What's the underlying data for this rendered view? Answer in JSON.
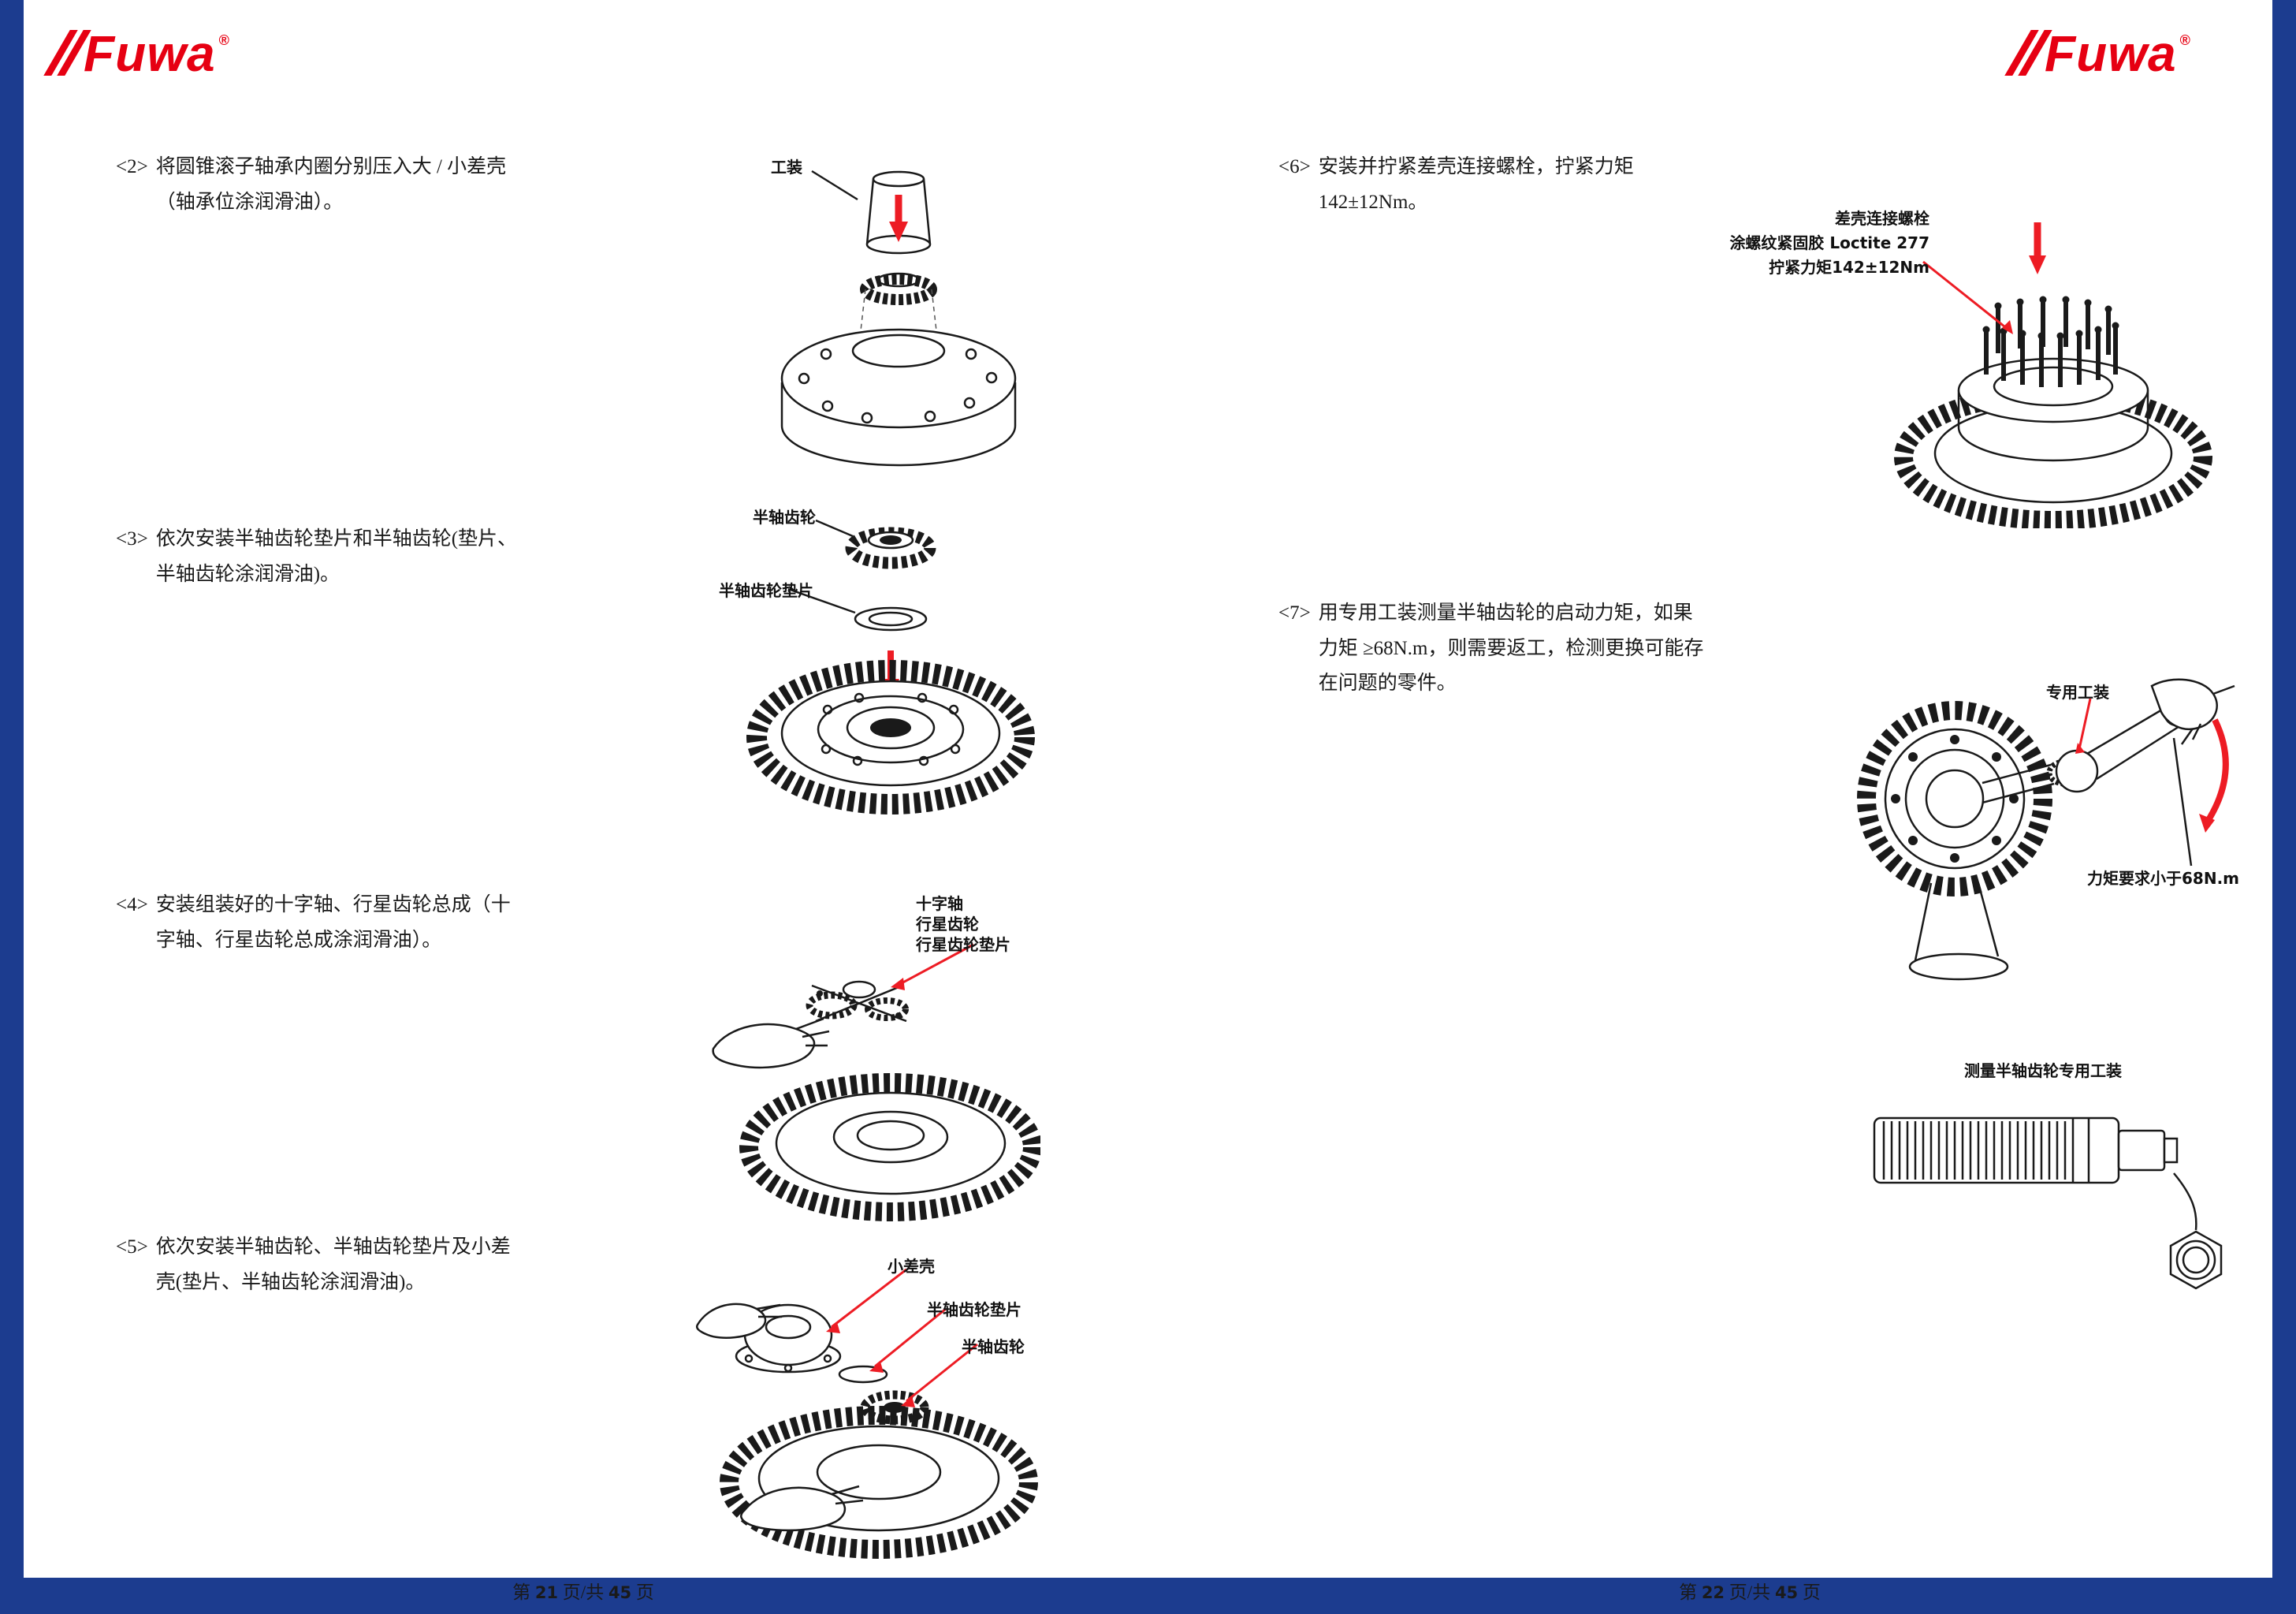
{
  "colors": {
    "bar_blue": "#1c3c8f",
    "logo_red": "#e60012",
    "arrow_red": "#ed1c24"
  },
  "brand": {
    "name": "Fuwa",
    "reg": "®"
  },
  "left": {
    "steps": [
      {
        "num": "<2>",
        "text": "将圆锥滚子轴承内圈分别压入大 / 小差壳（轴承位涂润滑油）。"
      },
      {
        "num": "<3>",
        "text": "依次安装半轴齿轮垫片和半轴齿轮(垫片、半轴齿轮涂润滑油)。"
      },
      {
        "num": "<4>",
        "text": "安装组装好的十字轴、行星齿轮总成（十字轴、行星齿轮总成涂润滑油）。"
      },
      {
        "num": "<5>",
        "text": "依次安装半轴齿轮、半轴齿轮垫片及小差壳(垫片、半轴齿轮涂润滑油)。"
      }
    ],
    "labels": {
      "tool": "工装",
      "side_gear": "半轴齿轮",
      "side_gear_washer": "半轴齿轮垫片",
      "cross_shaft": "十字轴",
      "planet_gear": "行星齿轮",
      "planet_gear_washer": "行星齿轮垫片",
      "small_diff_case": "小差壳",
      "side_gear_washer2": "半轴齿轮垫片",
      "side_gear2": "半轴齿轮"
    },
    "footer": {
      "prefix": "第",
      "page": "21",
      "mid": "页/共",
      "total": "45",
      "suffix": "页"
    }
  },
  "right": {
    "steps": [
      {
        "num": "<6>",
        "text": "安装并拧紧差壳连接螺栓，拧紧力矩142±12Nm。"
      },
      {
        "num": "<7>",
        "text": "用专用工装测量半轴齿轮的启动力矩，如果力矩 ≥68N.m，则需要返工，检测更换可能存在问题的零件。"
      }
    ],
    "labels": {
      "bolt_line1": "差壳连接螺栓",
      "bolt_line2": "涂螺纹紧固胶 Loctite 277",
      "bolt_line3": "拧紧力矩142±12Nm",
      "special_tool": "专用工装",
      "torque_req": "力矩要求小于68N.m",
      "measure_tool": "测量半轴齿轮专用工装"
    },
    "footer": {
      "prefix": "第",
      "page": "22",
      "mid": "页/共",
      "total": "45",
      "suffix": "页"
    }
  }
}
